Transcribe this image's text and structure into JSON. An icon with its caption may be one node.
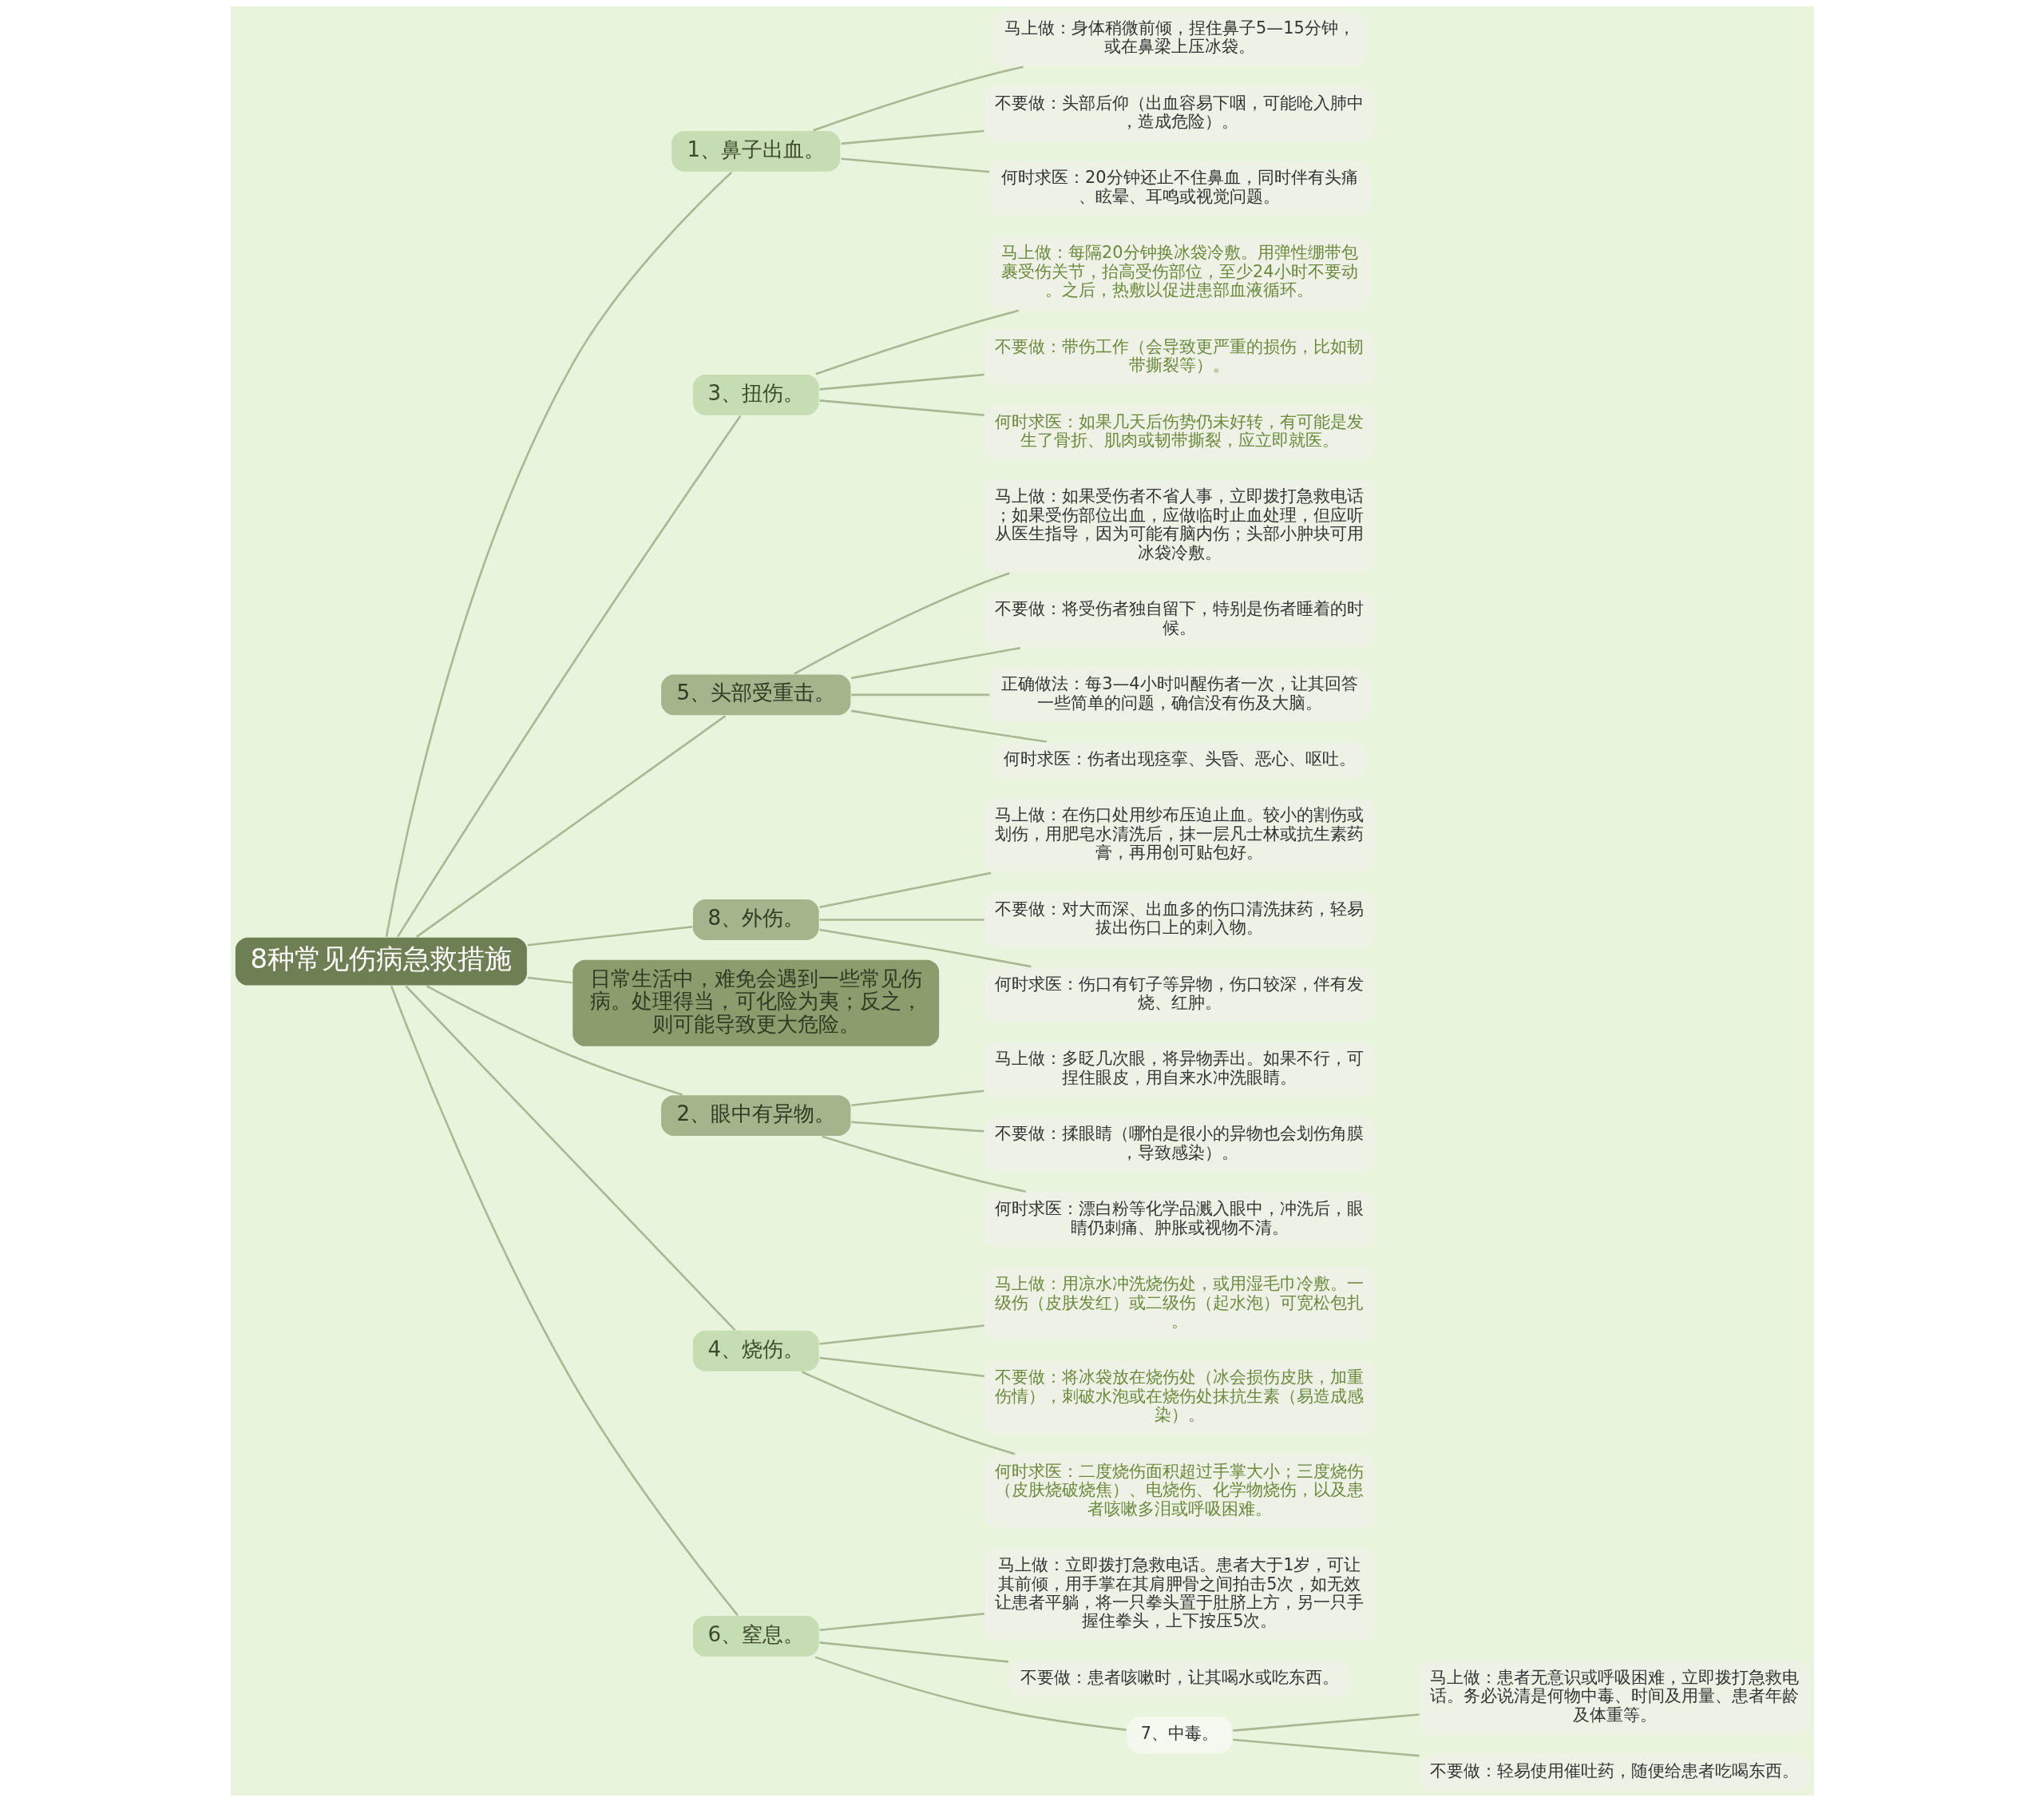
{
  "diagram": {
    "nodes": [
      {
        "text": [
          "8种常见伤病急救措施"
        ]
      },
      {
        "text": [
          "1、鼻子出血。"
        ]
      },
      {
        "text": [
          "马上做：身体稍微前倾，捏住鼻子5—15分钟，或在鼻梁上压冰袋。"
        ]
      },
      {
        "text": [
          "不要做：头部后仰（出血容易下咽，可能呛入肺中，造成危险）。"
        ]
      },
      {
        "text": [
          "何时求医：20分钟还止不住鼻血，同时伴有头痛、眩晕、耳鸣或视觉问题。"
        ]
      },
      {
        "text": [
          "3、扭伤。"
        ]
      },
      {
        "text": [
          "马上做：每隔20分钟换冰袋冷敷。用弹性绷带包裹受伤关节，抬高受伤部位，至少24小时不要动。之后，热敷以促进患部血液循环。"
        ]
      },
      {
        "text": [
          "不要做：带伤工作（会导致更严重的损伤，比如韧带撕裂等）。"
        ]
      },
      {
        "text": [
          "何时求医：如果几天后伤势仍未好转，有可能是发生了骨折、肌肉或韧带撕裂，应立即就医。"
        ]
      },
      {
        "text": [
          "5、头部受重击。"
        ]
      },
      {
        "text": [
          "马上做：如果受伤者不省人事，立即拨打急救电话；如果受伤部位出血，应做临时止血处理，但应听从医生指导，因为可能有脑内伤；头部小肿块可用冰袋冷敷。"
        ]
      },
      {
        "text": [
          "不要做：将受伤者独自留下，特别是伤者睡着的时候。"
        ]
      },
      {
        "text": [
          "正确做法：每3—4小时叫醒伤者一次，让其回答一些简单的问题，确信没有伤及大脑。"
        ]
      },
      {
        "text": [
          "何时求医：伤者出现痉挛、头昏、恶心、呕吐。"
        ]
      },
      {
        "text": [
          "8、外伤。"
        ]
      },
      {
        "text": [
          "马上做：在伤口处用纱布压迫止血。较小的割伤或划伤，用肥皂水清洗后，抹一层凡士林或抗生素药膏，再用创可贴包好。"
        ]
      },
      {
        "text": [
          "不要做：对大而深、出血多的伤口清洗抹药，轻易拔出伤口上的刺入物。"
        ]
      },
      {
        "text": [
          "何时求医：伤口有钉子等异物，伤口较深，伴有发烧、红肿。"
        ]
      },
      {
        "text": [
          "日常生活中，难免会遇到一些常见伤病。处理得当，可化险为夷；反之，则可能导致更大危险。"
        ]
      },
      {
        "text": [
          "2、眼中有异物。"
        ]
      },
      {
        "text": [
          "马上做：多眨几次眼，将异物弄出。如果不行，可捏住眼皮，用自来水冲洗眼睛。"
        ]
      },
      {
        "text": [
          "不要做：揉眼睛（哪怕是很小的异物也会划伤角膜，导致感染）。"
        ]
      },
      {
        "text": [
          "何时求医：漂白粉等化学品溅入眼中，冲洗后，眼睛仍刺痛、肿胀或视物不清。"
        ]
      },
      {
        "text": [
          "4、烧伤。"
        ]
      },
      {
        "text": [
          "马上做：用凉水冲洗烧伤处，或用湿毛巾冷敷。一级伤（皮肤发红）或二级伤（起水泡）可宽松包扎。"
        ]
      },
      {
        "text": [
          "不要做：将冰袋放在烧伤处（冰会损伤皮肤，加重伤情），刺破水泡或在烧伤处抹抗生素（易造成感染）。"
        ]
      },
      {
        "text": [
          "何时求医：二度烧伤面积超过手掌大小；三度烧伤（皮肤烧破烧焦）、电烧伤、化学物烧伤，以及患者咳嗽多泪或呼吸困难。"
        ]
      },
      {
        "text": [
          "6、窒息。"
        ]
      },
      {
        "text": [
          "马上做：立即拨打急救电话。患者大于1岁，可让其前倾，用手掌在其肩胛骨之间拍击5次，如无效让患者平躺，将一只拳头置于肚脐上方，另一只手握住拳头，上下按压5次。"
        ]
      },
      {
        "text": [
          "不要做：患者咳嗽时，让其喝水或吃东西。"
        ]
      },
      {
        "text": [
          "7、中毒。"
        ]
      },
      {
        "text": [
          "马上做：患者无意识或呼吸困难，立即拨打急救电话。务必说清是何物中毒、时间及用量、患者年龄及体重等。"
        ]
      },
      {
        "text": [
          "不要做：轻易使用催吐药，随便给患者吃喝东西。"
        ]
      }
    ],
    "edges": [
      {
        "from": 0,
        "to": 1,
        "arrow": "none"
      },
      {
        "from": 1,
        "to": 2,
        "arrow": "none"
      },
      {
        "from": 1,
        "to": 3,
        "arrow": "none"
      },
      {
        "from": 1,
        "to": 4,
        "arrow": "none"
      },
      {
        "from": 0,
        "to": 5,
        "arrow": "none"
      },
      {
        "from": 5,
        "to": 6,
        "arrow": "none"
      },
      {
        "from": 5,
        "to": 7,
        "arrow": "none"
      },
      {
        "from": 5,
        "to": 8,
        "arrow": "none"
      },
      {
        "from": 0,
        "to": 9,
        "arrow": "none"
      },
      {
        "from": 9,
        "to": 10,
        "arrow": "none"
      },
      {
        "from": 9,
        "to": 11,
        "arrow": "none"
      },
      {
        "from": 9,
        "to": 12,
        "arrow": "none"
      },
      {
        "from": 9,
        "to": 13,
        "arrow": "none"
      },
      {
        "from": 0,
        "to": 14,
        "arrow": "none"
      },
      {
        "from": 14,
        "to": 15,
        "arrow": "none"
      },
      {
        "from": 14,
        "to": 16,
        "arrow": "none"
      },
      {
        "from": 14,
        "to": 17,
        "arrow": "none"
      },
      {
        "from": 0,
        "to": 18,
        "arrow": "none"
      },
      {
        "from": 0,
        "to": 19,
        "arrow": "none"
      },
      {
        "from": 19,
        "to": 20,
        "arrow": "none"
      },
      {
        "from": 19,
        "to": 21,
        "arrow": "none"
      },
      {
        "from": 19,
        "to": 22,
        "arrow": "none"
      },
      {
        "from": 0,
        "to": 23,
        "arrow": "none"
      },
      {
        "from": 23,
        "to": 24,
        "arrow": "none"
      },
      {
        "from": 23,
        "to": 25,
        "arrow": "none"
      },
      {
        "from": 23,
        "to": 26,
        "arrow": "none"
      },
      {
        "from": 0,
        "to": 27,
        "arrow": "none"
      },
      {
        "from": 27,
        "to": 28,
        "arrow": "none"
      },
      {
        "from": 27,
        "to": 29,
        "arrow": "none"
      },
      {
        "from": 27,
        "to": 30,
        "arrow": "none"
      },
      {
        "from": 30,
        "to": 31,
        "arrow": "none"
      },
      {
        "from": 30,
        "to": 32,
        "arrow": "none"
      }
    ]
  }
}
